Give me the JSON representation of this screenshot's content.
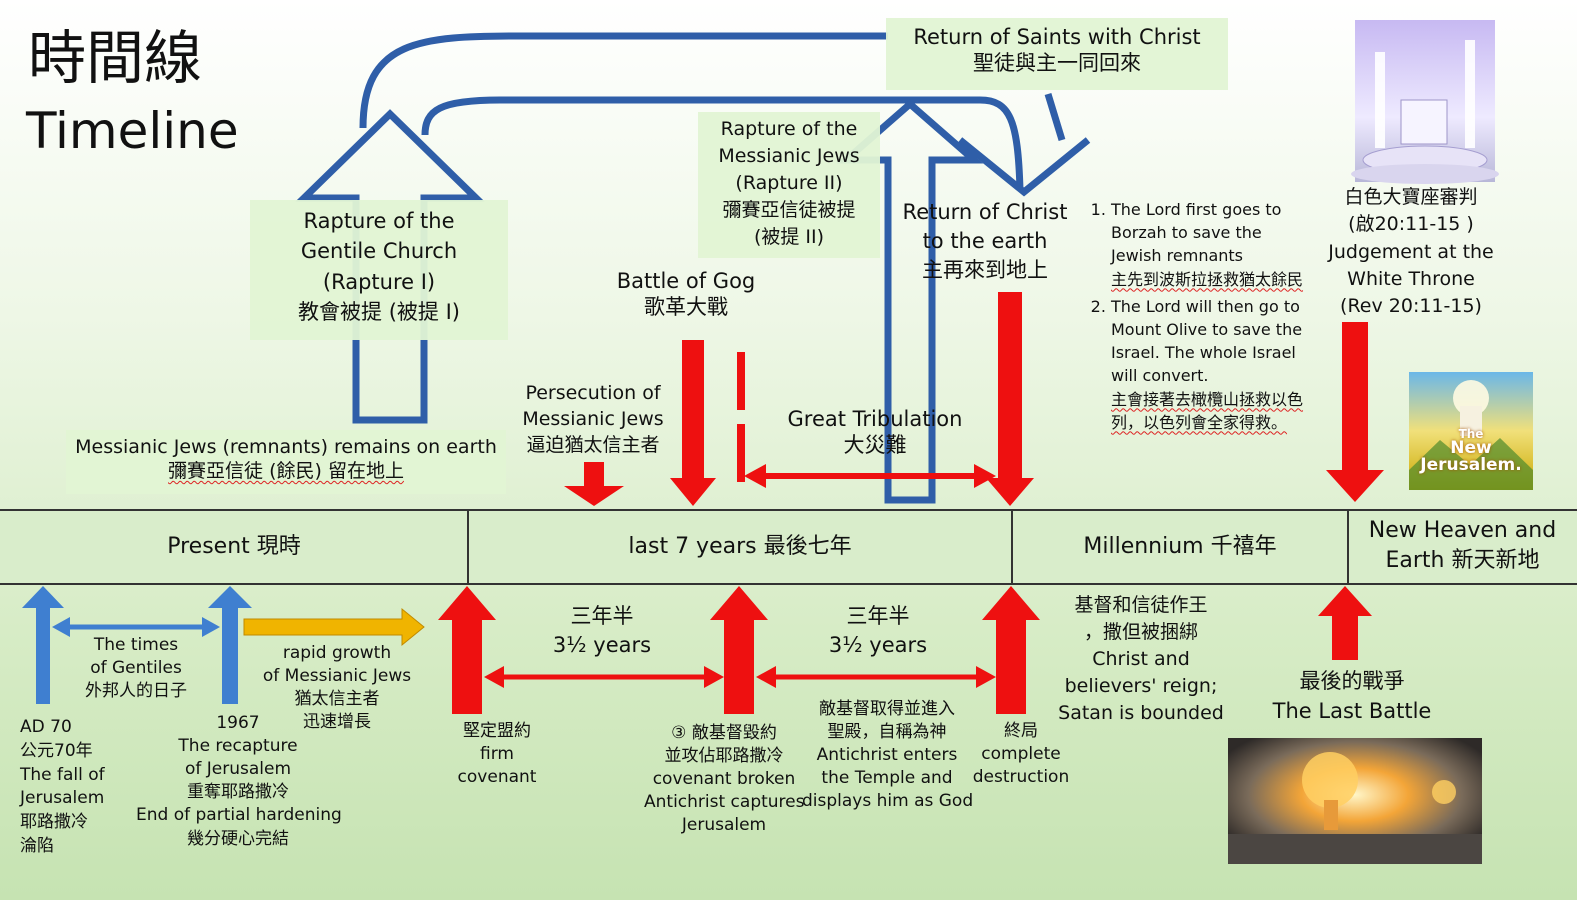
{
  "title": {
    "zh": "時間線",
    "en": "Timeline"
  },
  "colors": {
    "blue": "#2f5ea8",
    "red": "#ee1010",
    "gold": "#f0b400",
    "light_blue": "#3f7fd0"
  },
  "top_events": {
    "saints_return": {
      "en": "Return of Saints with Christ",
      "zh": "聖徒與主一同回來"
    },
    "rapture1": {
      "en1": "Rapture of the",
      "en2": "Gentile Church",
      "en3": "(Rapture I)",
      "zh": "教會被提 (被提 I)"
    },
    "rapture2": {
      "en1": "Rapture of the",
      "en2": "Messianic Jews",
      "en3": "(Rapture II)",
      "zh1": "彌賽亞信徒被提",
      "zh2": "(被提 II)"
    },
    "christ_return": {
      "en1": "Return of Christ",
      "en2": "to the earth",
      "zh": "主再來到地上"
    },
    "gog": {
      "en": "Battle of Gog",
      "zh": "歌革大戰"
    },
    "persecution": {
      "en1": "Persecution of",
      "en2": "Messianic Jews",
      "zh": "逼迫猶太信主者"
    },
    "tribulation": {
      "en": "Great Tribulation",
      "zh": "大災難"
    },
    "remnants": {
      "en": "Messianic Jews (remnants) remains on earth",
      "zh": "彌賽亞信徒 (餘民) 留在地上"
    },
    "white_throne": {
      "zh1": "白色大寶座審判",
      "zh2": "(啟20:11-15 )",
      "en1": "Judgement at the",
      "en2": "White Throne",
      "en3": "(Rev 20:11-15)"
    },
    "new_jerusalem": {
      "l1": "The",
      "l2": "New",
      "l3": "Jerusalem."
    }
  },
  "notes": [
    {
      "en": "The Lord first goes to Borzah to save the Jewish remnants",
      "zh": "主先到波斯拉拯救猶太餘民"
    },
    {
      "en": "The Lord will then go to Mount Olive to save the Israel.  The whole Israel will convert.",
      "zh": "主會接著去橄欖山拯救以色列，以色列會全家得救。"
    }
  ],
  "periods": {
    "present": "Present 現時",
    "last7": "last 7 years 最後七年",
    "millennium": "Millennium 千禧年",
    "new_heaven1": "New Heaven and",
    "new_heaven2": "Earth 新天新地"
  },
  "bottom": {
    "ad70": {
      "l1": "AD 70",
      "l2": "公元70年",
      "l3": "The fall of",
      "l4": "Jerusalem",
      "l5": "耶路撒冷",
      "l6": "淪陷"
    },
    "gentiles": {
      "l1": "The times",
      "l2": "of Gentiles",
      "l3": "外邦人的日子"
    },
    "y1967": {
      "l1": "1967",
      "l2": "The recapture",
      "l3": "of Jerusalem",
      "l4": "重奪耶路撒冷",
      "l5": "End of partial hardening",
      "l6": "幾分硬心完結"
    },
    "growth": {
      "l1": "rapid growth",
      "l2": "of Messianic Jews",
      "l3": "猶太信主者",
      "l4": "迅速增長"
    },
    "half1": {
      "zh": "三年半",
      "en": "3½ years"
    },
    "half2": {
      "zh": "三年半",
      "en": "3½ years"
    },
    "covenant": {
      "l1": "堅定盟約",
      "l2": "firm",
      "l3": "covenant"
    },
    "broken": {
      "l1": "③ 敵基督毀約",
      "l2": "並攻佔耶路撒冷",
      "l3": "covenant broken",
      "l4": "Antichrist captures",
      "l5": "Jerusalem"
    },
    "temple": {
      "l1": "敵基督取得並進入",
      "l2": "聖殿，自稱為神",
      "l3": "Antichrist enters",
      "l4": "the Temple and",
      "l5": "displays him as God"
    },
    "destruction": {
      "l1": "終局",
      "l2": "complete",
      "l3": "destruction"
    },
    "reign": {
      "l1": "基督和信徒作王",
      "l2": "，撒但被捆綁",
      "l3": "Christ and",
      "l4": "believers' reign;",
      "l5": "Satan is bounded"
    },
    "last_battle": {
      "zh": "最後的戰爭",
      "en": "The Last Battle"
    }
  }
}
